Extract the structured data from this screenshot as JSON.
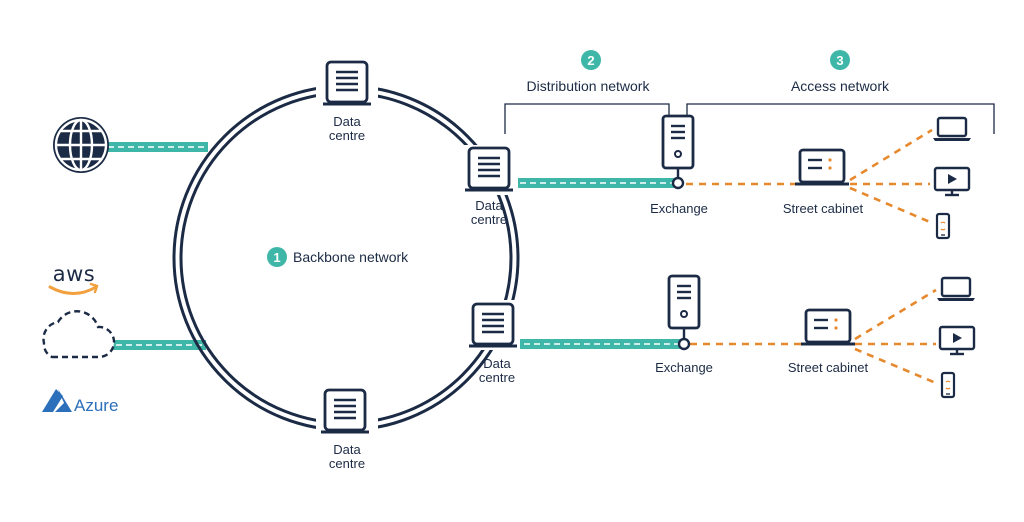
{
  "colors": {
    "navy": "#1c2b45",
    "teal": "#3fb7a8",
    "orange": "#e6892e",
    "azure_blue": "#2c6fba",
    "aws_orange": "#f2a03d"
  },
  "sections": {
    "backbone": {
      "number": "1",
      "label": "Backbone network"
    },
    "distribution": {
      "number": "2",
      "label": "Distribution network"
    },
    "access": {
      "number": "3",
      "label": "Access network"
    }
  },
  "data_centres": [
    {
      "line1": "Data",
      "line2": "centre"
    },
    {
      "line1": "Data",
      "line2": "centre"
    },
    {
      "line1": "Data",
      "line2": "centre"
    },
    {
      "line1": "Data",
      "line2": "centre"
    }
  ],
  "exchanges": [
    {
      "label": "Exchange"
    },
    {
      "label": "Exchange"
    }
  ],
  "street_cabinets": [
    {
      "label": "Street cabinet"
    },
    {
      "label": "Street cabinet"
    }
  ],
  "sources": {
    "internet": {
      "icon": "globe-icon"
    },
    "aws": {
      "label": "aws",
      "icon": "aws-logo"
    },
    "cloud": {
      "icon": "cloud-icon"
    },
    "azure": {
      "label": "Azure",
      "icon": "azure-logo"
    }
  },
  "devices": [
    "laptop-icon",
    "tv-icon",
    "phone-icon"
  ]
}
